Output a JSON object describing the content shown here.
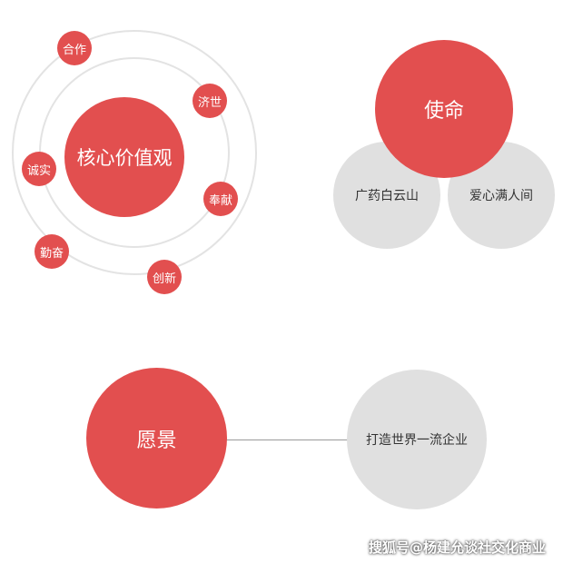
{
  "core_values": {
    "center": "核心价值观",
    "items": [
      "合作",
      "济世",
      "诚实",
      "奉献",
      "勤奋",
      "创新"
    ]
  },
  "mission": {
    "title": "使命",
    "items": [
      "广药白云山",
      "爱心满人间"
    ]
  },
  "vision": {
    "title": "愿景",
    "goal": "打造世界一流企业"
  },
  "watermark": "搜狐号@杨建允谈社交化商业",
  "colors": {
    "accent": "#e24f4f",
    "grey": "#e0e0e0",
    "ring": "#e3e3e3"
  }
}
